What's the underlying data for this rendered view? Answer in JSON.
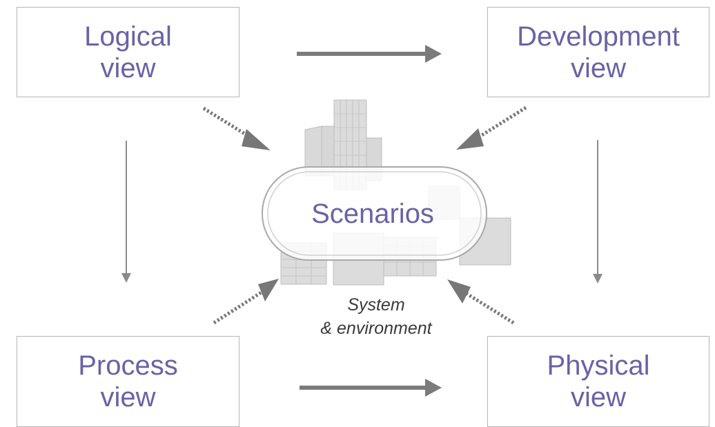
{
  "diagram": {
    "views": {
      "logical": "Logical\nview",
      "development": "Development\nview",
      "process": "Process\nview",
      "physical": "Physical\nview"
    },
    "center": {
      "title": "Scenarios",
      "caption": "System\n& environment"
    }
  },
  "colors": {
    "label_text": "#6a62a6",
    "caption_text": "#3a3a3a",
    "box_border": "#b5b5b5",
    "arrow_dark": "#777777",
    "arrow_light": "#8a8a8a",
    "building_fill": "#dcdcdc",
    "building_stroke": "#bdbdbd"
  }
}
